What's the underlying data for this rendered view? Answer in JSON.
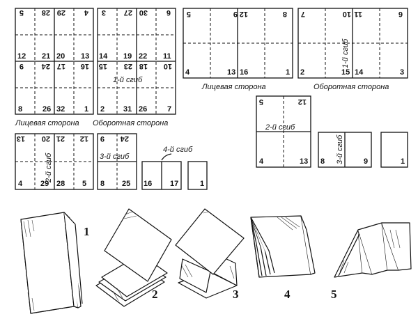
{
  "sheet_a": {
    "front": {
      "caption": "Лицевая сторона",
      "row_top": [
        "5",
        "28",
        "29",
        "4"
      ],
      "row_mid_upper": [
        "12",
        "21",
        "20",
        "13"
      ],
      "row_mid_lower": [
        "9",
        "24",
        "17",
        "16"
      ],
      "row_bottom": [
        "8",
        "26",
        "32",
        "1"
      ]
    },
    "back": {
      "caption": "Оборотная сторона",
      "row_top": [
        "3",
        "27",
        "30",
        "6"
      ],
      "row_mid_upper": [
        "14",
        "19",
        "22",
        "11"
      ],
      "row_mid_lower": [
        "15",
        "23",
        "18",
        "10"
      ],
      "row_bottom": [
        "2",
        "31",
        "26",
        "7"
      ],
      "fold_label": "1-й сгиб"
    }
  },
  "sheet_b": {
    "front": {
      "caption": "Лицевая сторона",
      "top": [
        "5",
        "9",
        "12",
        "8"
      ],
      "bottom": [
        "4",
        "13",
        "16",
        "1"
      ]
    },
    "back": {
      "caption": "Оборотная сторона",
      "top": [
        "7",
        "10",
        "11",
        "6"
      ],
      "bottom": [
        "2",
        "15",
        "14",
        "3"
      ],
      "fold_label": "1-й сгиб"
    },
    "fold2": {
      "top": [
        "5",
        "12"
      ],
      "bottom": [
        "4",
        "13"
      ],
      "fold_label": "2-й сгиб"
    },
    "fold3": {
      "left": "8",
      "right": "9",
      "fold_label": "3-й сгиб"
    },
    "fold4": {
      "value": "1"
    }
  },
  "sheet_c": {
    "fold2": {
      "top": [
        "13",
        "20",
        "21",
        "12"
      ],
      "bottom": [
        "4",
        "29",
        "28",
        "5"
      ],
      "fold_label": "2-й сгиб"
    },
    "fold3": {
      "top": [
        "9",
        "24"
      ],
      "bottom": [
        "8",
        "25"
      ],
      "fold_label": "3-й сгиб"
    },
    "fold4": {
      "values": [
        "16",
        "17"
      ],
      "fold_label": "4-й сгиб"
    },
    "final": {
      "value": "1"
    }
  },
  "figures": [
    "1",
    "2",
    "3",
    "4",
    "5"
  ]
}
